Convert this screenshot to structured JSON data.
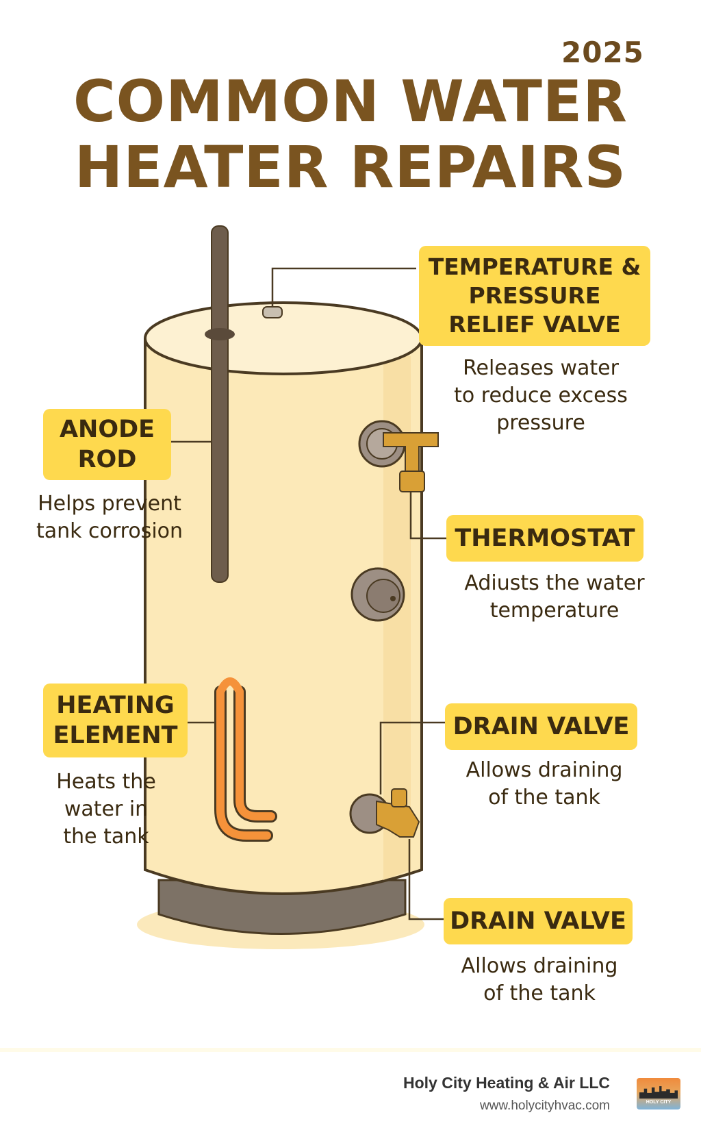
{
  "header": {
    "year": "2025",
    "title_line1": "COMMON WATER",
    "title_line2": "HEATER REPAIRS"
  },
  "components": {
    "tp_valve": {
      "label_lines": [
        "TEMPERATURE &",
        "PRESSURE",
        "RELIEF VALVE"
      ],
      "description_lines": [
        "Releases water",
        "to reduce excess",
        "pressure"
      ]
    },
    "anode_rod": {
      "label_lines": [
        "ANODE",
        "ROD"
      ],
      "description_lines": [
        "Helps prevent",
        "tank corrosion"
      ]
    },
    "thermostat": {
      "label_lines": [
        "THERMOSTAT"
      ],
      "description_lines": [
        "Adiusts the water",
        "temperature"
      ]
    },
    "heating_element": {
      "label_lines": [
        "HEATING",
        "ELEMENT"
      ],
      "description_lines": [
        "Heats the",
        "water in",
        "the tank"
      ]
    },
    "drain_valve_1": {
      "label_lines": [
        "DRAIN VALVE"
      ],
      "description_lines": [
        "Allows draining",
        "of the tank"
      ]
    },
    "drain_valve_2": {
      "label_lines": [
        "DRAIN VALVE"
      ],
      "description_lines": [
        "Allows draining",
        "of the tank"
      ]
    }
  },
  "footer": {
    "company": "Holy City Heating & Air LLC",
    "website": "www.holycityhvac.com",
    "logo_text": "HOLY CITY"
  },
  "colors": {
    "tank_fill": "#fce9b8",
    "outline": "#4a3a22",
    "label_bg": "#fed94e",
    "title_brown": "#7a5420",
    "heating_orange": "#f5923a",
    "valve_gold": "#d9a036",
    "base_gray": "#7d7266"
  }
}
